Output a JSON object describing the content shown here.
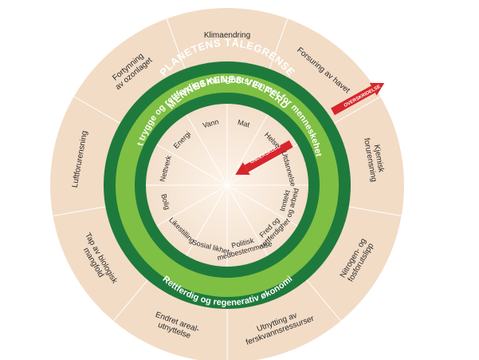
{
  "diagram": {
    "outer_ring_title": "PLANETENS TÅLEGRENSE",
    "inner_ring_title": "MENNESKENES VELFERD",
    "safe_space_label": "Det trygge og rettferdige mulighetsrommet for menneskeheten",
    "bottom_ring_label": "Rettferdig og regenerativ økonomi",
    "overshoot_label": "OVERSKRIDELSE",
    "shortfall_label": "UNDERSKUDD",
    "ecological_ceiling": [
      {
        "lines": [
          "Klimaendring"
        ]
      },
      {
        "lines": [
          "Forsuring av havet"
        ]
      },
      {
        "lines": [
          "Kjemisk",
          "forurensning"
        ]
      },
      {
        "lines": [
          "Nitrogen- og",
          "fosforutslipp"
        ]
      },
      {
        "lines": [
          "Utnytting av",
          "ferskvannsressurser"
        ]
      },
      {
        "lines": [
          "Endret areal-",
          "utnyttelse"
        ]
      },
      {
        "lines": [
          "Tap av biologisk",
          "mangfold"
        ]
      },
      {
        "lines": [
          "Luftforurensning"
        ]
      },
      {
        "lines": [
          "Fortynning",
          "av ozonlaget"
        ]
      }
    ],
    "social_foundation": [
      {
        "lines": [
          "Mat"
        ]
      },
      {
        "lines": [
          "Helse"
        ]
      },
      {
        "lines": [
          "Utdannelse"
        ]
      },
      {
        "lines": [
          "Inntekt",
          "og arbeid"
        ]
      },
      {
        "lines": [
          "Fred og",
          "rettferdighet"
        ]
      },
      {
        "lines": [
          "Politisk",
          "medbestemmelse"
        ]
      },
      {
        "lines": [
          "Sosial likhet"
        ]
      },
      {
        "lines": [
          "Likestilling"
        ]
      },
      {
        "lines": [
          "Bolig"
        ]
      },
      {
        "lines": [
          "Nettverk"
        ]
      },
      {
        "lines": [
          "Energi"
        ]
      },
      {
        "lines": [
          "Vann"
        ]
      }
    ]
  },
  "colors": {
    "outer_beige": "#f2dcc6",
    "dark_green": "#1e7a3c",
    "light_green": "#7fbf44",
    "arrow_red": "#d6262b"
  }
}
